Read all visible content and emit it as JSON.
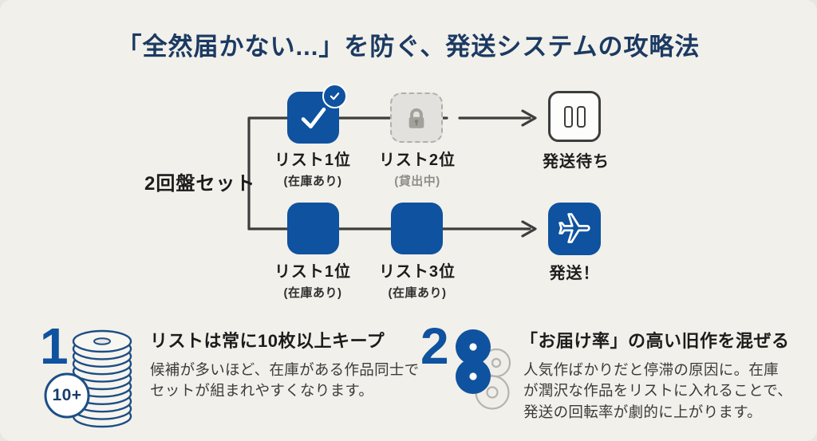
{
  "title": "「全然届かない...」を防ぐ、発送システムの攻略法",
  "colors": {
    "bg": "#f2f0ea",
    "accent": "#0e52a0",
    "navy": "#1b3a63",
    "line": "#3d3d3d",
    "ink": "#1c1c1c",
    "body": "#3b3b3b",
    "muted": "#8f8d88",
    "lockbg": "#e3e1dd",
    "lockborder": "#b1afa9",
    "lockglyph": "#a3a19a",
    "discline": "#1d4e86",
    "grayline": "#b5b3ad",
    "grayfill": "#f0eee8"
  },
  "flow": {
    "set_label": "2回盤セット",
    "rows": [
      {
        "nodes": [
          {
            "label": "リスト1位",
            "sublabel": "(在庫あり)",
            "state": "selected",
            "icon": "check-icon"
          },
          {
            "label": "リスト2位",
            "sublabel": "(貸出中)",
            "state": "unavailable",
            "icon": "lock-icon"
          }
        ],
        "result": {
          "label": "発送待ち",
          "icon": "pause-icon"
        }
      },
      {
        "nodes": [
          {
            "label": "リスト1位",
            "sublabel": "(在庫あり)",
            "state": "stocked"
          },
          {
            "label": "リスト3位",
            "sublabel": "(在庫あり)",
            "state": "stocked"
          }
        ],
        "result": {
          "label": "発送！",
          "icon": "airplane-icon"
        }
      }
    ]
  },
  "tips": [
    {
      "number": "1",
      "badge": "10+",
      "icon": "disc-stack-icon",
      "heading": "リストは常に10枚以上キープ",
      "body": "候補が多いほど、在庫がある作品同士で\nセットが組まれやすくなります。"
    },
    {
      "number": "2",
      "icon": "disc-pair-icon",
      "heading": "「お届け率」の高い旧作を混ぜる",
      "body": "人気作ばかりだと停滞の原因に。在庫\nが潤沢な作品をリストに入れることで、\n発送の回転率が劇的に上がります。"
    }
  ]
}
